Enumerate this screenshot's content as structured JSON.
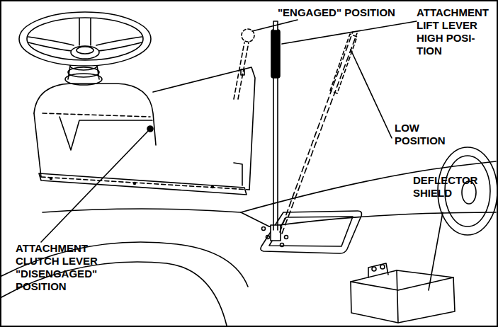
{
  "diagram": {
    "labels": [
      "\"ENGAGED\" POSITION",
      "ATTACHMENT LIFT LEVER HIGH POSI- TION",
      "LOW POSITION",
      "DEFLECTOR SHIELD",
      "ATTACHMENT CLUTCH LEVER \"DISENGAGED\" POSITION"
    ]
  }
}
